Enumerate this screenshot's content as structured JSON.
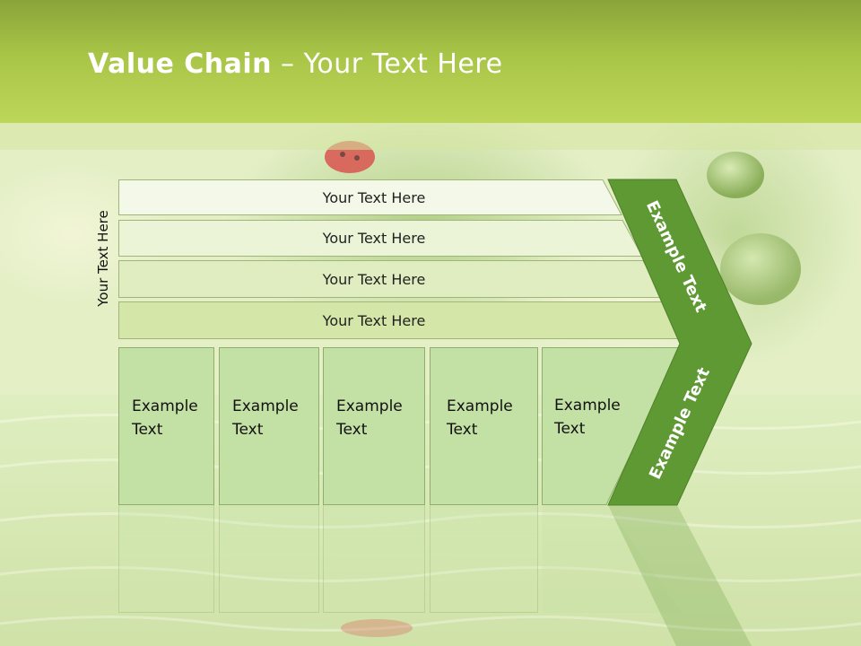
{
  "slide": {
    "title_bold": "Value Chain",
    "title_rest": " – Your Text Here",
    "side_label": "Your Text Here"
  },
  "rows": [
    {
      "label": "Your Text Here",
      "fill": "#f4f8e8"
    },
    {
      "label": "Your Text Here",
      "fill": "#ebf4d6"
    },
    {
      "label": "Your Text Here",
      "fill": "#e0edc0"
    },
    {
      "label": "Your Text Here",
      "fill": "#d4e6a8"
    }
  ],
  "boxes": [
    {
      "line1": "Example",
      "line2": "Text"
    },
    {
      "line1": "Example",
      "line2": "Text"
    },
    {
      "line1": "Example",
      "line2": "Text"
    },
    {
      "line1": "Example",
      "line2": "Text"
    },
    {
      "line1": "Example",
      "line2": "Text"
    }
  ],
  "chevron": {
    "upper_label": "Example Text",
    "lower_label": "Example Text",
    "fill": "#5f9933"
  },
  "colors": {
    "title_band": "#a9c547",
    "box_fill": "#c3e1a5",
    "chevron": "#5f9933"
  }
}
